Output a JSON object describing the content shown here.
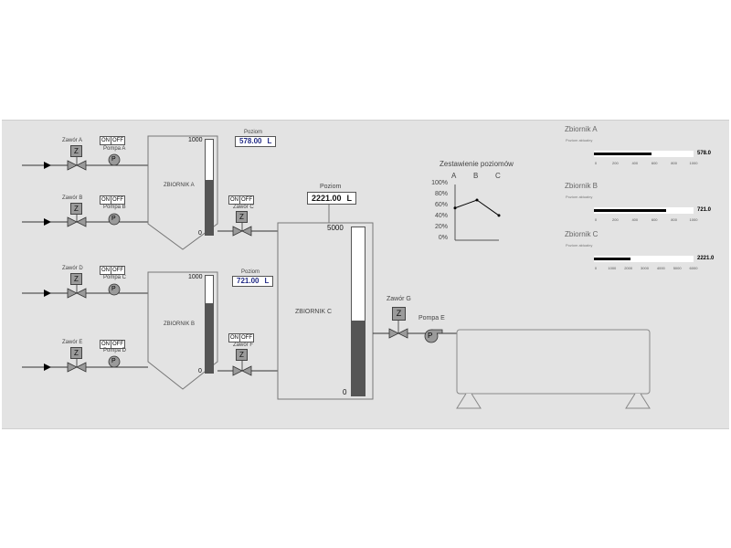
{
  "inlet_valves": [
    {
      "label": "Zawór A",
      "y": 180
    },
    {
      "label": "Zawór B",
      "y": 242
    },
    {
      "label": "Zawór D",
      "y": 320
    },
    {
      "label": "Zawór E",
      "y": 401
    }
  ],
  "pumps": [
    {
      "label": "Pompa A"
    },
    {
      "label": "Pompa B"
    },
    {
      "label": "Pompa C"
    },
    {
      "label": "Pompa D"
    }
  ],
  "switch": {
    "on": "ON",
    "off": "OFF"
  },
  "valve_button": "Z",
  "pump_glyph": "P",
  "tank_a": {
    "name": "ZBIORNIK A",
    "max": "1000",
    "min": "0",
    "level_fraction": 0.578,
    "level_label": "Poziom",
    "level_value": "578.00",
    "unit": "L",
    "outlet_valve": "Zawór C"
  },
  "tank_b": {
    "name": "ZBIORNIK B",
    "max": "1000",
    "min": "0",
    "level_fraction": 0.721,
    "level_label": "Poziom",
    "level_value": "721.00",
    "unit": "L",
    "outlet_valve": "Zawór F"
  },
  "tank_c": {
    "name": "ZBIORNIK C",
    "max": "5000",
    "min": "0",
    "level_fraction": 0.444,
    "level_label": "Poziom",
    "level_value": "2221.00",
    "unit": "L"
  },
  "final_valve": "Zawór G",
  "final_pump": "Pompa E",
  "chart_data": {
    "type": "line",
    "title": "Zestawienie poziomów",
    "categories": [
      "A",
      "B",
      "C"
    ],
    "series": [
      {
        "values": [
          57.8,
          72.1,
          44.4
        ]
      }
    ],
    "y_ticks": [
      "100%",
      "80%",
      "60%",
      "40%",
      "20%",
      "0%"
    ],
    "ylim": [
      0,
      100
    ],
    "grid": false
  },
  "level_bars": [
    {
      "title": "Zbiornik A",
      "subtitle": "Poziom aktualny",
      "value": 578,
      "value_text": "578.0",
      "max": 1000,
      "ticks": [
        "0",
        "200",
        "400",
        "600",
        "800",
        "1000"
      ]
    },
    {
      "title": "Zbiornik B",
      "subtitle": "Poziom aktualny",
      "value": 721,
      "value_text": "721.0",
      "max": 1000,
      "ticks": [
        "0",
        "200",
        "400",
        "600",
        "800",
        "1000"
      ]
    },
    {
      "title": "Zbiornik C",
      "subtitle": "Poziom aktualny",
      "value": 2221,
      "value_text": "2221.0",
      "max": 6000,
      "ticks": [
        "0",
        "1000",
        "2000",
        "3000",
        "4000",
        "5000",
        "6000"
      ]
    }
  ],
  "colors": {
    "panel": "#e3e3e3",
    "readout_text": "#222b86",
    "level_fill": "#555555"
  }
}
